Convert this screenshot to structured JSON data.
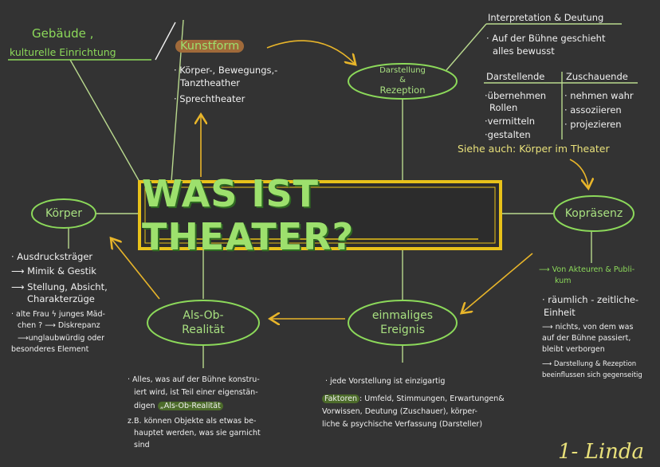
{
  "title": "WAS IST THEATER?",
  "nodes": {
    "gebaeude": {
      "line1": "Gebäude ,",
      "line2": "kulturelle Einrichtung"
    },
    "kunstform": {
      "label": "Kunstform",
      "items": [
        "· Körper-, Bewegungs,-",
        "Tanztheather",
        "· Sprechtheater"
      ]
    },
    "darstellung": {
      "line1": "Darstellung",
      "line2": "&",
      "line3": "Rezeption"
    },
    "interpretation": {
      "heading": "Interpretation & Deutung",
      "item1_line1": "· Auf der Bühne geschieht",
      "item1_line2": "alles bewusst",
      "col1_head": "Darstellende",
      "col2_head": "Zuschauende",
      "col1_items": [
        "·übernehmen",
        "Rollen",
        "·vermitteln",
        "·gestalten"
      ],
      "col2_items": [
        "· nehmen wahr",
        "· assoziieren",
        "· projezieren"
      ],
      "see_also": "Siehe auch: Körper im Theater"
    },
    "koerper": {
      "label": "Körper",
      "items": [
        "· Ausdrucksträger",
        "⟶ Mimik & Gestik",
        "⟶ Stellung, Absicht,",
        "Charakterzüge",
        "· alte Frau ϟ junges Mäd-",
        "chen ? ⟶ Diskrepanz",
        "⟶unglaubwürdig oder",
        "besonderes Element"
      ]
    },
    "kopraesenz": {
      "label": "Kopräsenz",
      "note1_line1": "⟶ Von Akteuren & Publi-",
      "note1_line2": "kum",
      "items": [
        "· räumlich - zeitliche-",
        "Einheit",
        "⟶ nichts, von dem was",
        "auf der Bühne passiert,",
        "bleibt verborgen",
        "⟶ Darstellung & Rezeption",
        "beeinflussen sich gegenseitig"
      ]
    },
    "als_ob": {
      "label_line1": "Als-Ob-",
      "label_line2": "Realität",
      "text_line1": "· Alles, was auf der Bühne konstru-",
      "text_line2": "iert wird, ist Teil einer eigenstän-",
      "text_line3_pre": "digen ",
      "text_line3_hl": "„Als-Ob-Realität",
      "text_line4": "z.B. können Objekte als etwas be-",
      "text_line5": "hauptet werden, was sie garnicht",
      "text_line6": "sind"
    },
    "einmalig": {
      "label_line1": "einmaliges",
      "label_line2": "Ereignis",
      "line1": "· jede Vorstellung ist einzigartig",
      "line2_hl": "Faktoren",
      "line2_rest": ": Umfeld, Stimmungen, Erwartungen&",
      "line3": "Vorwissen, Deutung (Zuschauer), körper-",
      "line4": "liche & psychische Verfassung (Darsteller)"
    }
  },
  "signature": "1- Linda",
  "colors": {
    "background": "#333333",
    "green": "#8cd95a",
    "yellow": "#e8e07a",
    "orange_arrow": "#e8b52a",
    "frame_yellow": "#e8c21a"
  }
}
